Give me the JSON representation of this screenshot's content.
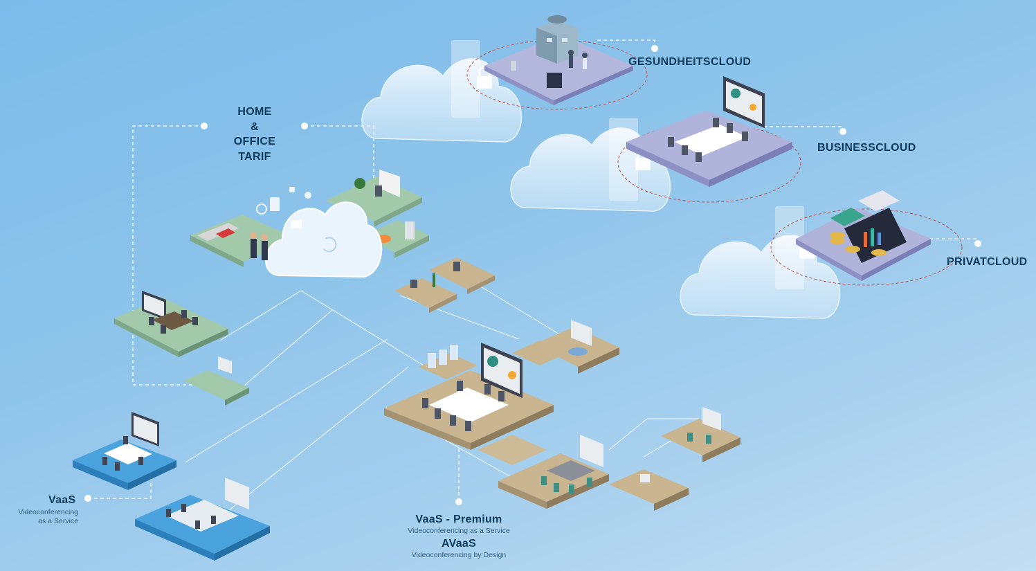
{
  "labels": {
    "gesundheitscloud": "GESUNDHEITSCLOUD",
    "businesscloud": "BUSINESSCLOUD",
    "privatcloud": "PRIVATCLOUD",
    "home_office": {
      "line1": "HOME",
      "line2": "&",
      "line3": "OFFICE",
      "line4": "TARIF"
    },
    "vaas": {
      "title": "VaaS",
      "sub1": "Videoconferencing",
      "sub2": "as a Service"
    },
    "vaas_premium": {
      "title": "VaaS - Premium",
      "sub": "Videoconferencing as a Service"
    },
    "avaas": {
      "title": "AVaaS",
      "sub": "Videoconferencing by Design"
    }
  },
  "colors": {
    "background_top": "#7bbbe9",
    "label_text": "#0d3b5e",
    "connector": "#ffffff",
    "cloud_ring": "#c0504d",
    "platform_lavender": "#a9abd6",
    "platform_green": "#9fc8a8",
    "platform_tan": "#c4b08a",
    "platform_blue": "#4aa3dc"
  }
}
